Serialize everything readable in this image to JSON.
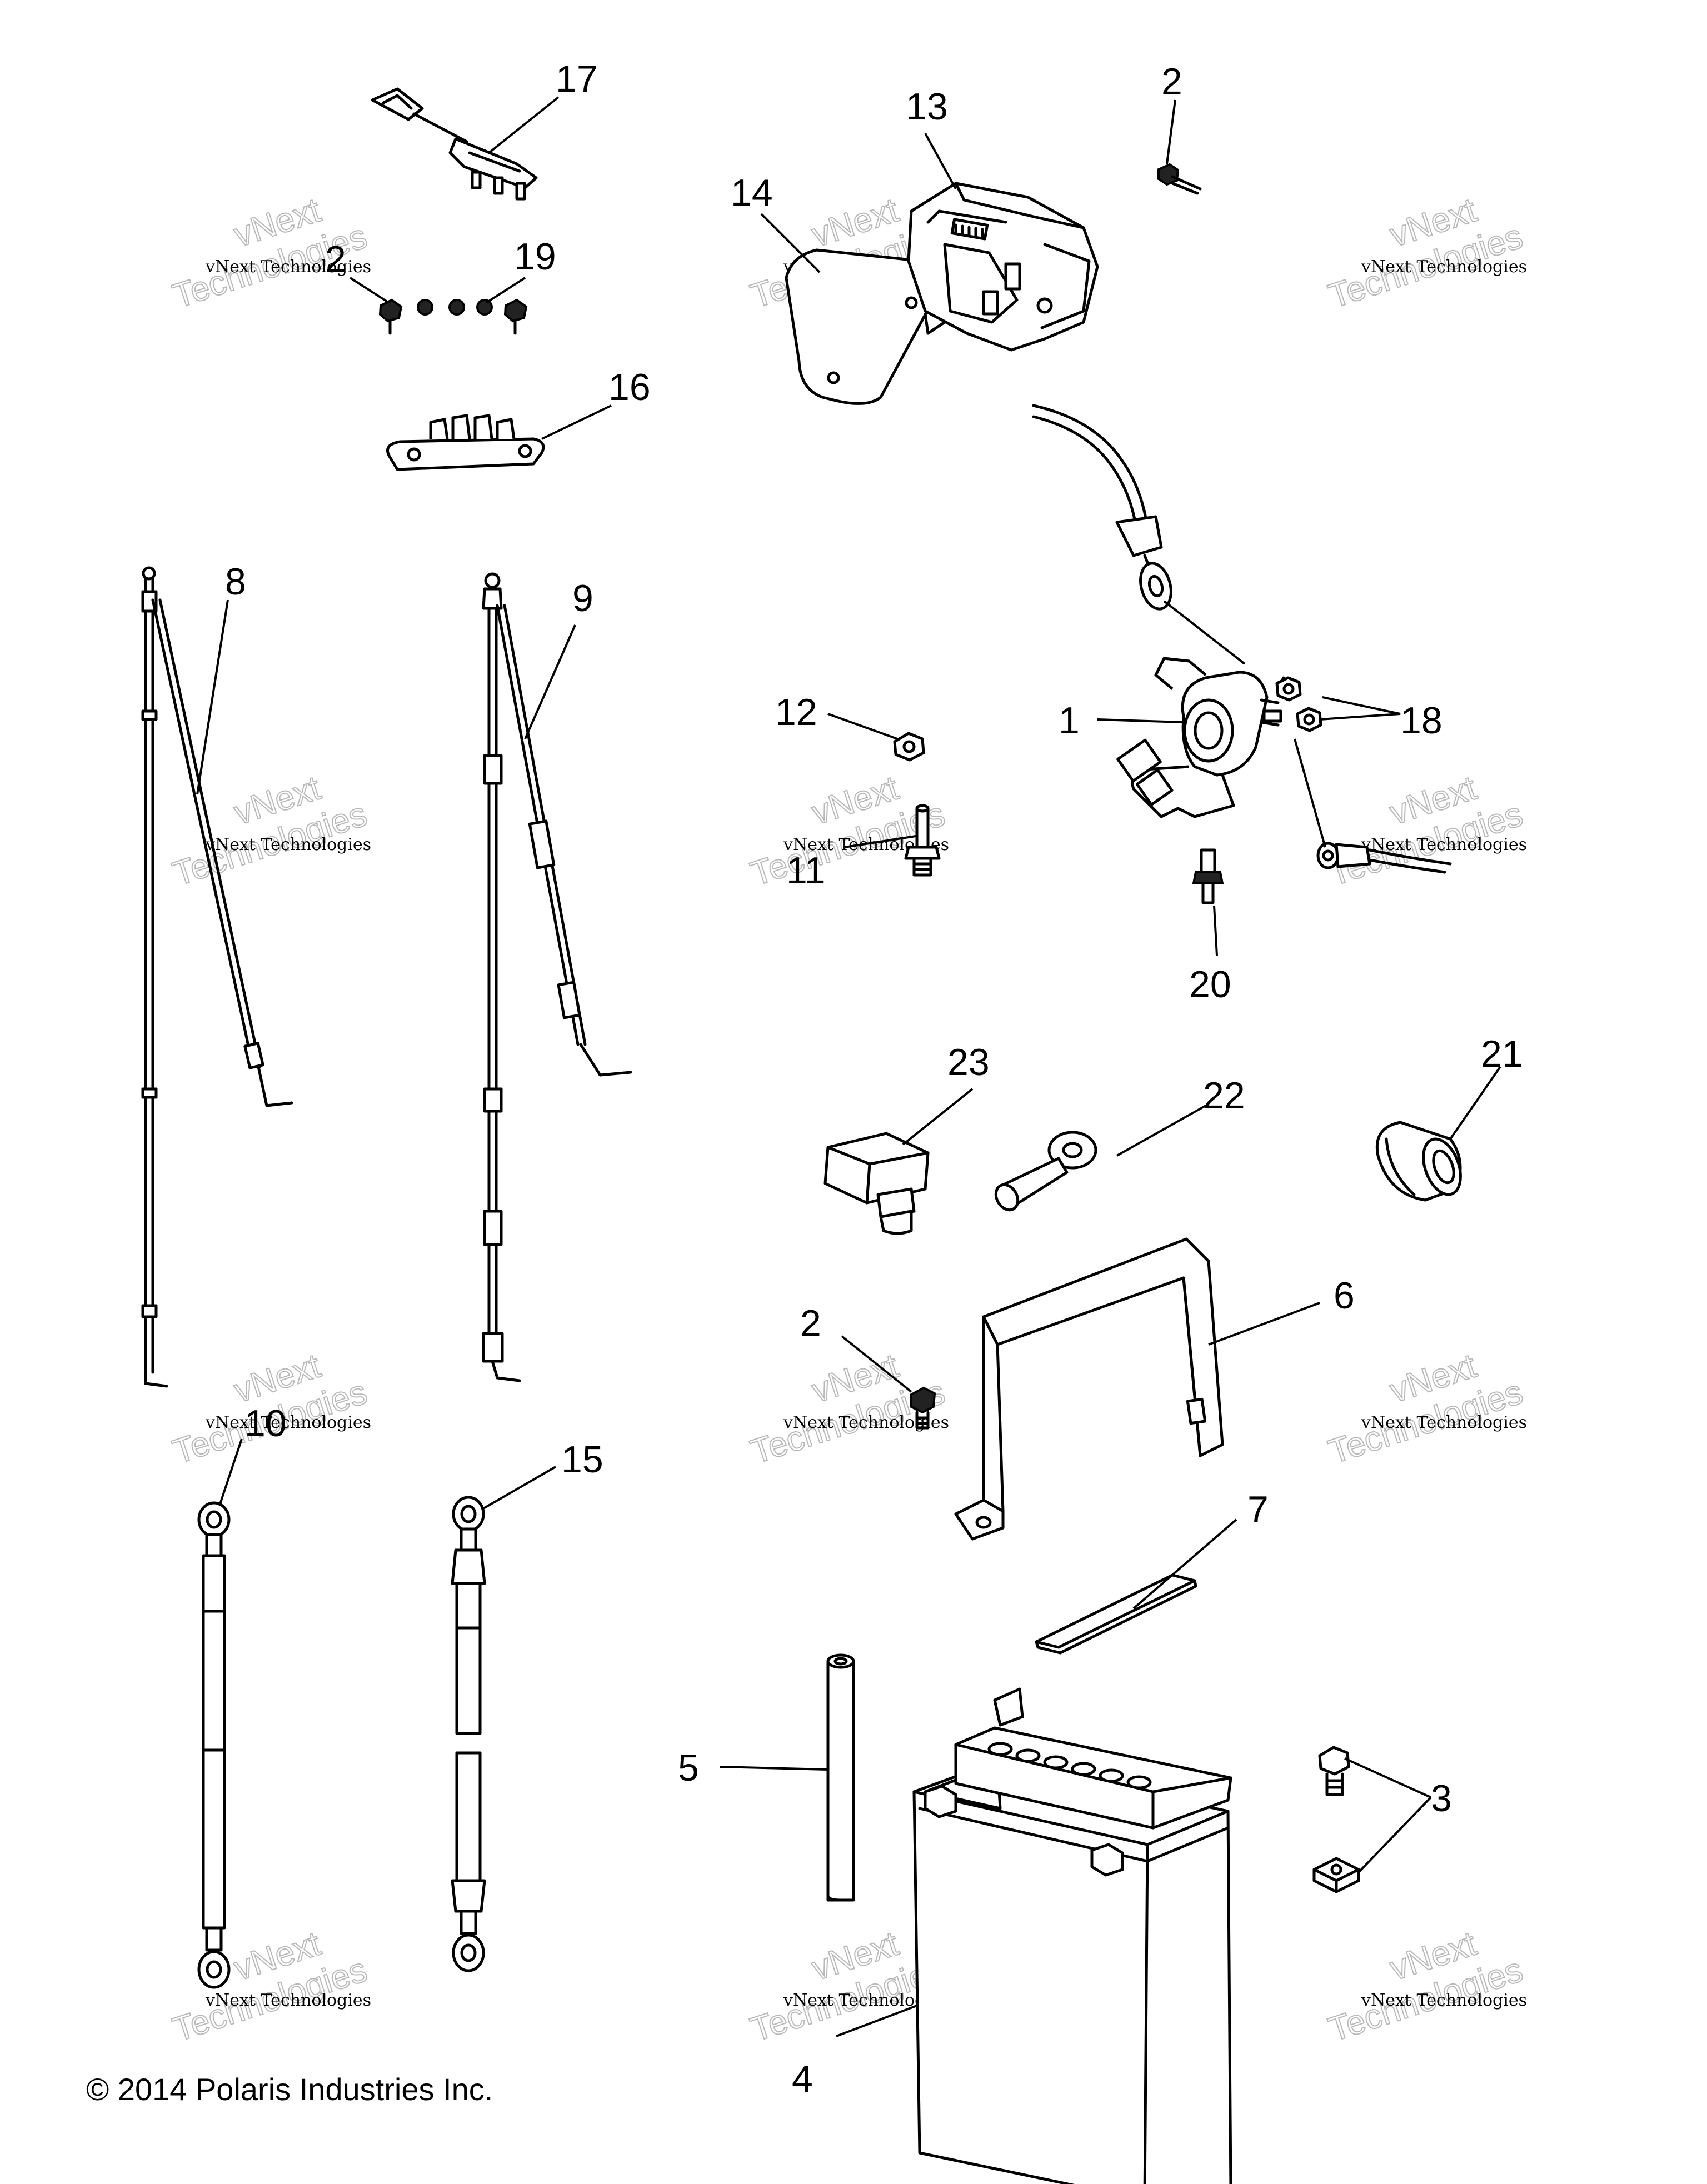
{
  "callouts": [
    "17",
    "13",
    "2",
    "14",
    "2",
    "19",
    "16",
    "8",
    "9",
    "12",
    "1",
    "18",
    "11",
    "20",
    "23",
    "22",
    "21",
    "2",
    "6",
    "10",
    "15",
    "7",
    "5",
    "3",
    "4"
  ],
  "watermark": {
    "line1": "vNext Technologies",
    "line2_top": "vNext",
    "line2_bottom": "Technologies"
  },
  "copyright": "© 2014 Polaris Industries Inc."
}
